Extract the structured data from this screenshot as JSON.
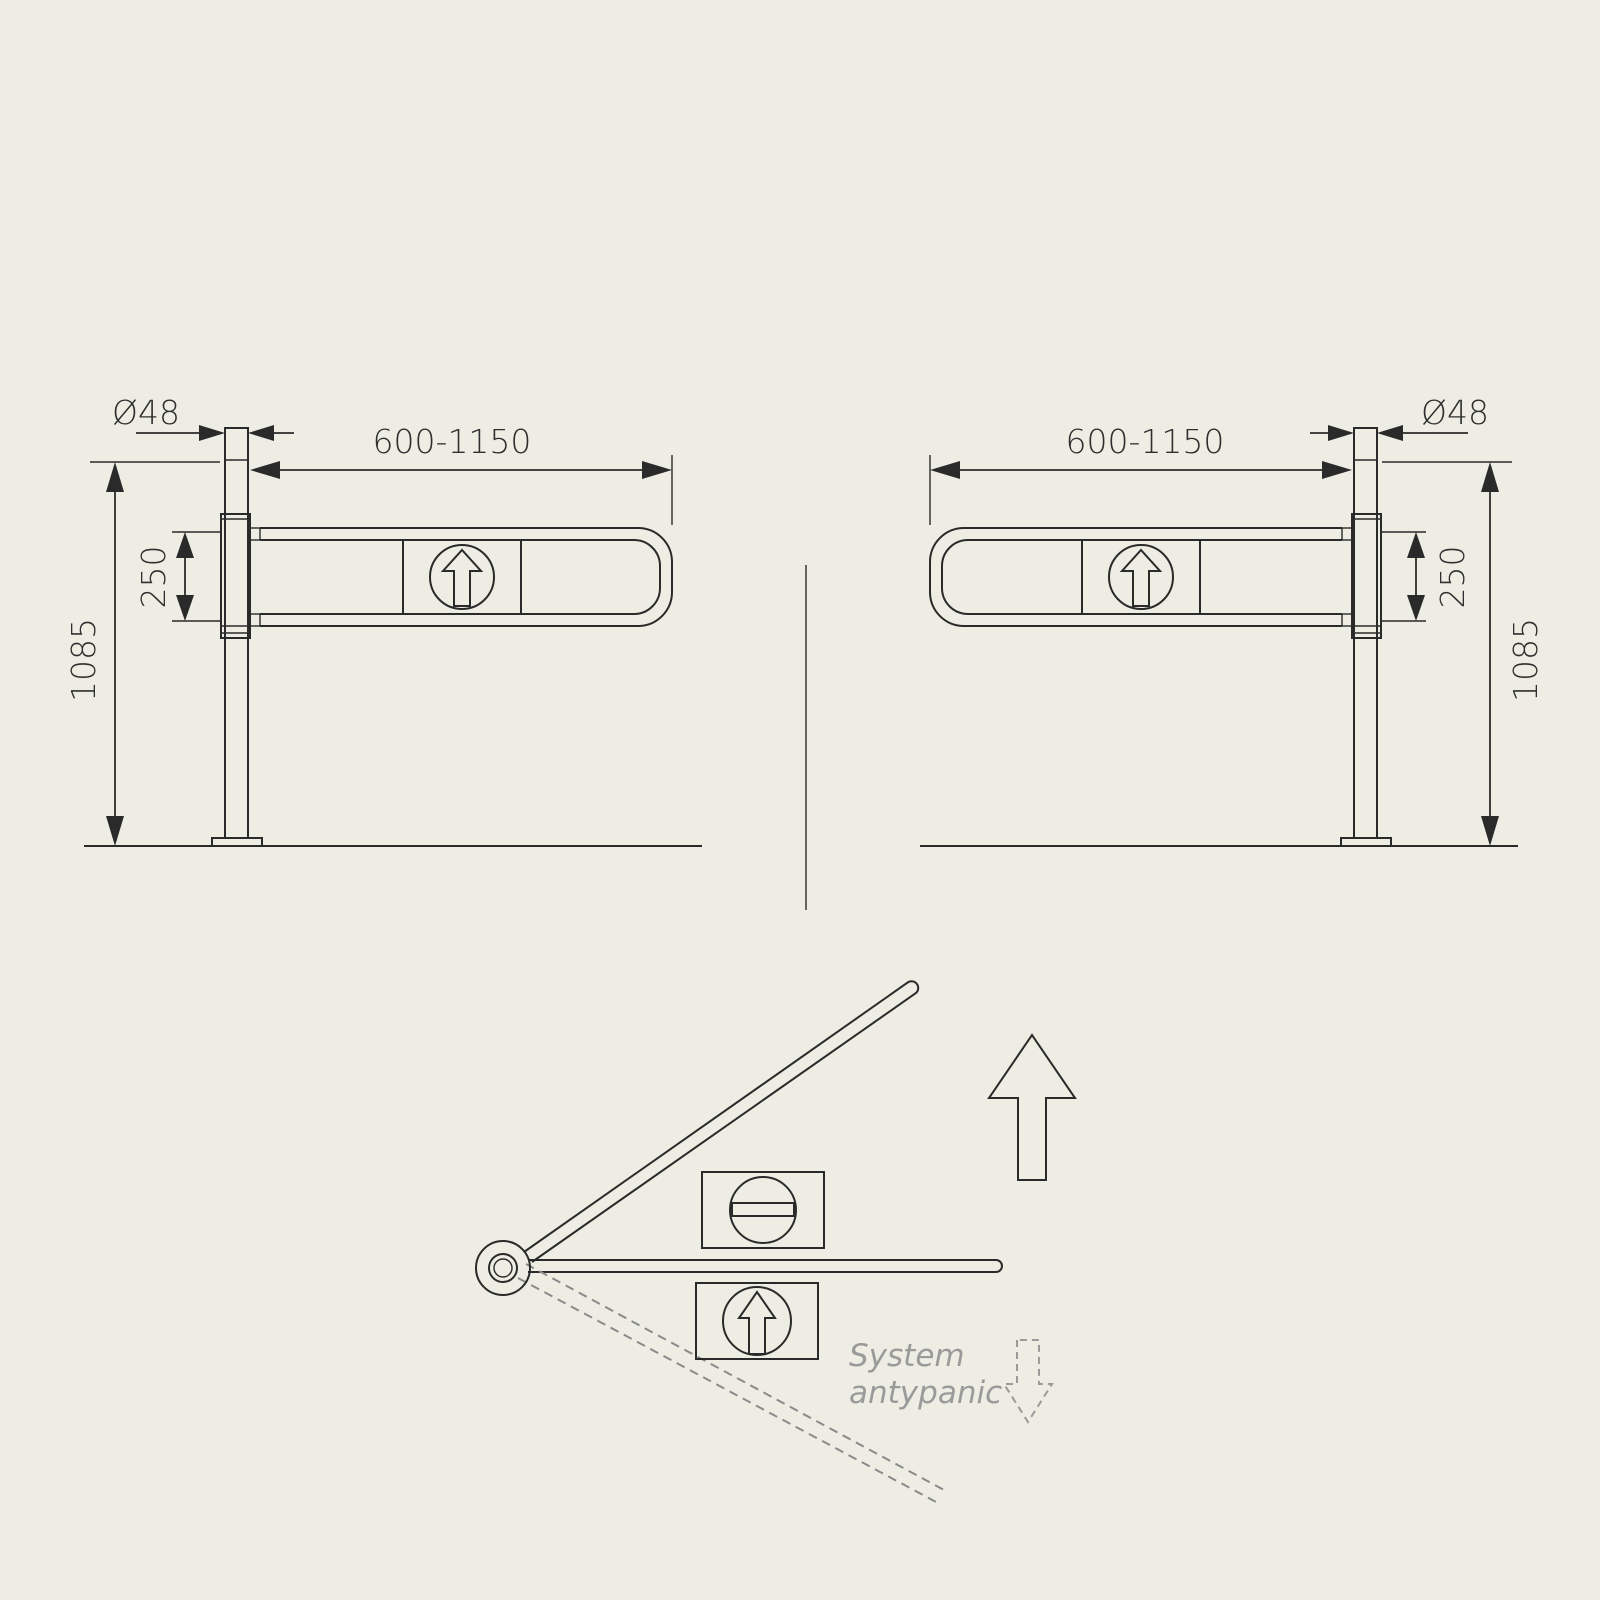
{
  "colors": {
    "background": "#eeede3",
    "line": "#2a2a2a",
    "muted": "#9a9a9a"
  },
  "left_view": {
    "diameter_label": "Ø48",
    "arm_length_label": "600-1150",
    "arm_height_label": "250",
    "total_height_label": "1085",
    "arm_sign_icon": "up-arrow-circle-icon"
  },
  "right_view": {
    "diameter_label": "Ø48",
    "arm_length_label": "600-1150",
    "arm_height_label": "250",
    "total_height_label": "1085",
    "arm_sign_icon": "up-arrow-circle-icon"
  },
  "plan_view": {
    "entry_sign_icon": "up-arrow-circle-icon",
    "no_entry_sign_icon": "no-entry-icon",
    "direction_icon": "large-up-arrow-icon",
    "antipanic_icon": "dashed-down-arrow-icon",
    "antipanic_label_line1": "System",
    "antipanic_label_line2": "antypanic"
  }
}
